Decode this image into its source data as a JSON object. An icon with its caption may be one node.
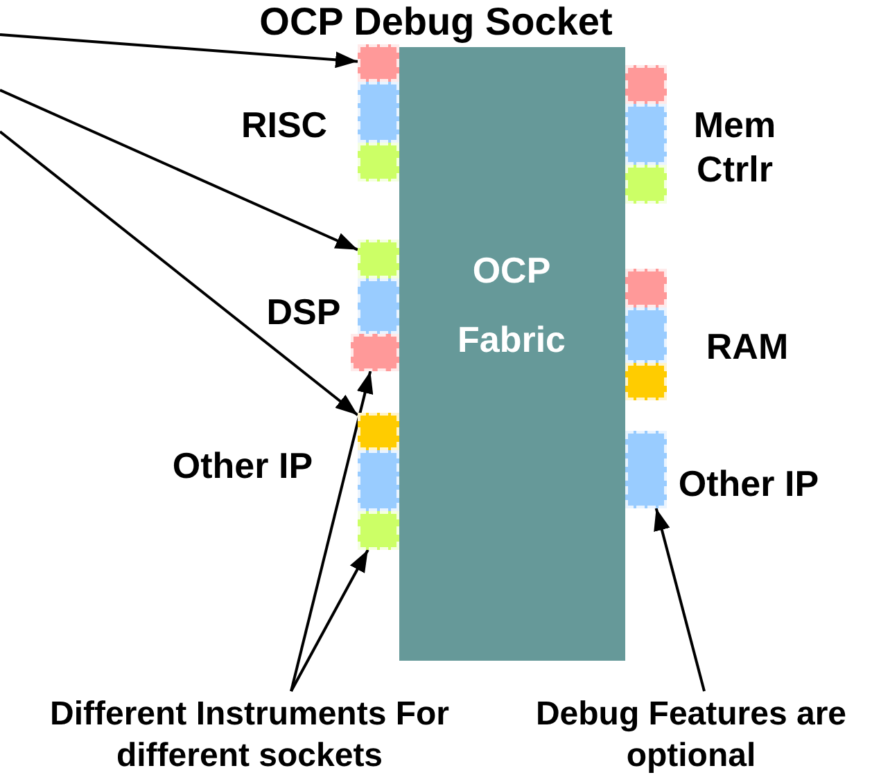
{
  "diagram": {
    "title": "OCP Debug Socket",
    "nodes": [
      {
        "text": [
          "OCP Fabric"
        ]
      },
      {
        "text": [],
        "shape": "box"
      },
      {
        "text": [],
        "shape": "box"
      },
      {
        "text": [],
        "shape": "box"
      },
      {
        "text": [],
        "shape": "box"
      },
      {
        "text": [],
        "shape": "box"
      },
      {
        "text": [],
        "shape": "box"
      },
      {
        "text": [],
        "shape": "box"
      },
      {
        "text": [],
        "shape": "box"
      },
      {
        "text": [],
        "shape": "box"
      },
      {
        "text": [],
        "shape": "box"
      },
      {
        "text": [],
        "shape": "box"
      },
      {
        "text": [],
        "shape": "box"
      },
      {
        "text": [],
        "shape": "box"
      },
      {
        "text": [],
        "shape": "box"
      },
      {
        "text": [],
        "shape": "box"
      },
      {
        "text": [],
        "shape": "box"
      },
      {
        "text": [
          "Different Instruments For different sockets"
        ]
      },
      {
        "text": [
          "Debug Features are optional"
        ]
      }
    ],
    "edges": [
      {
        "from": null,
        "to": 1,
        "arrow": "to"
      },
      {
        "from": null,
        "to": 4,
        "arrow": "to"
      },
      {
        "from": null,
        "to": 7,
        "arrow": "to"
      },
      {
        "from": 17,
        "to": 6,
        "arrow": "to"
      },
      {
        "from": 17,
        "to": 9,
        "arrow": "to"
      },
      {
        "from": 18,
        "to": 16,
        "arrow": "to"
      }
    ],
    "labels": [
      "RISC",
      "Mem Ctrlr",
      "DSP",
      "RAM",
      "Other IP",
      "Other IP"
    ]
  }
}
